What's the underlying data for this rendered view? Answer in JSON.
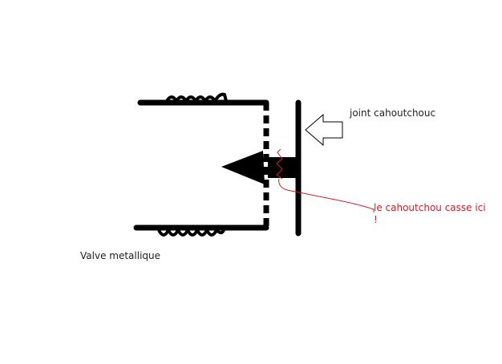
{
  "labels": {
    "joint": "joint cahoutchouc",
    "break_note": "le cahoutchou casse ici",
    "break_note_mark": "!",
    "valve": "Valve metallique"
  },
  "colors": {
    "ink": "#000000",
    "annotation": "#d0202a"
  }
}
